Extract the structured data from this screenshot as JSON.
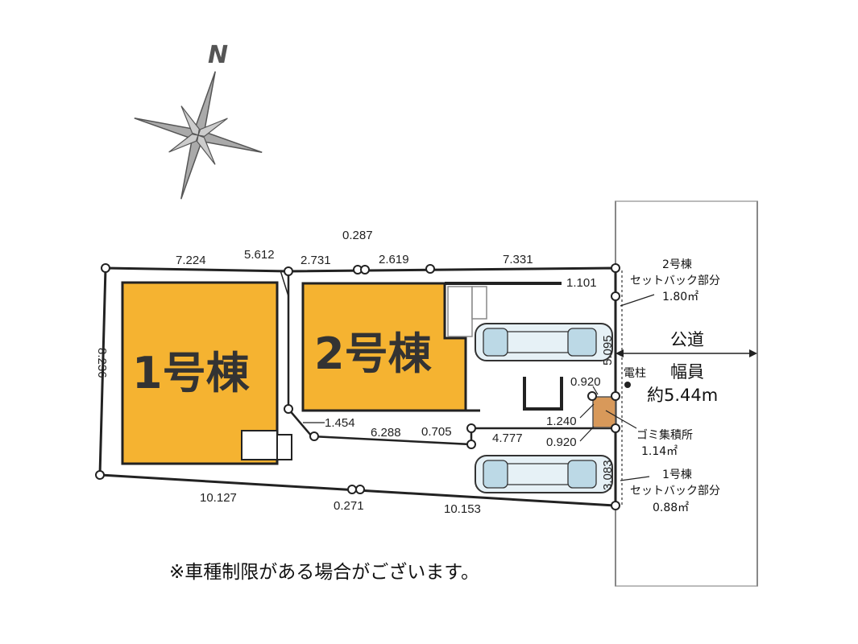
{
  "compass": {
    "north_label": "N"
  },
  "buildings": [
    {
      "id": "building-1",
      "label": "1号棟",
      "color": "#f5b331"
    },
    {
      "id": "building-2",
      "label": "2号棟",
      "color": "#f5b331"
    }
  ],
  "road": {
    "name": "公道",
    "width_label": "幅員",
    "width_value": "約5.44m"
  },
  "features": {
    "utility_pole": "電柱",
    "garbage_label": "ゴミ集積所",
    "garbage_area": "1.14㎡",
    "garbage_color": "#d8995a",
    "setback_2_title": "2号棟",
    "setback_2_label": "セットバック部分",
    "setback_2_area": "1.80㎡",
    "setback_1_title": "1号棟",
    "setback_1_label": "セットバック部分",
    "setback_1_area": "0.88㎡"
  },
  "dimensions": {
    "d_7224": "7.224",
    "d_5612": "5.612",
    "d_2731": "2.731",
    "d_0287": "0.287",
    "d_2619": "2.619",
    "d_7331": "7.331",
    "d_1101": "1.101",
    "d_5095": "5.095",
    "d_8236": "8.236",
    "d_1454": "1.454",
    "d_6288": "6.288",
    "d_0705": "0.705",
    "d_4777": "4.777",
    "d_0920a": "0.920",
    "d_1240": "1.240",
    "d_0920b": "0.920",
    "d_3083": "3.083",
    "d_10127": "10.127",
    "d_0271": "0.271",
    "d_10153": "10.153"
  },
  "note": "※車種制限がある場合がございます。"
}
